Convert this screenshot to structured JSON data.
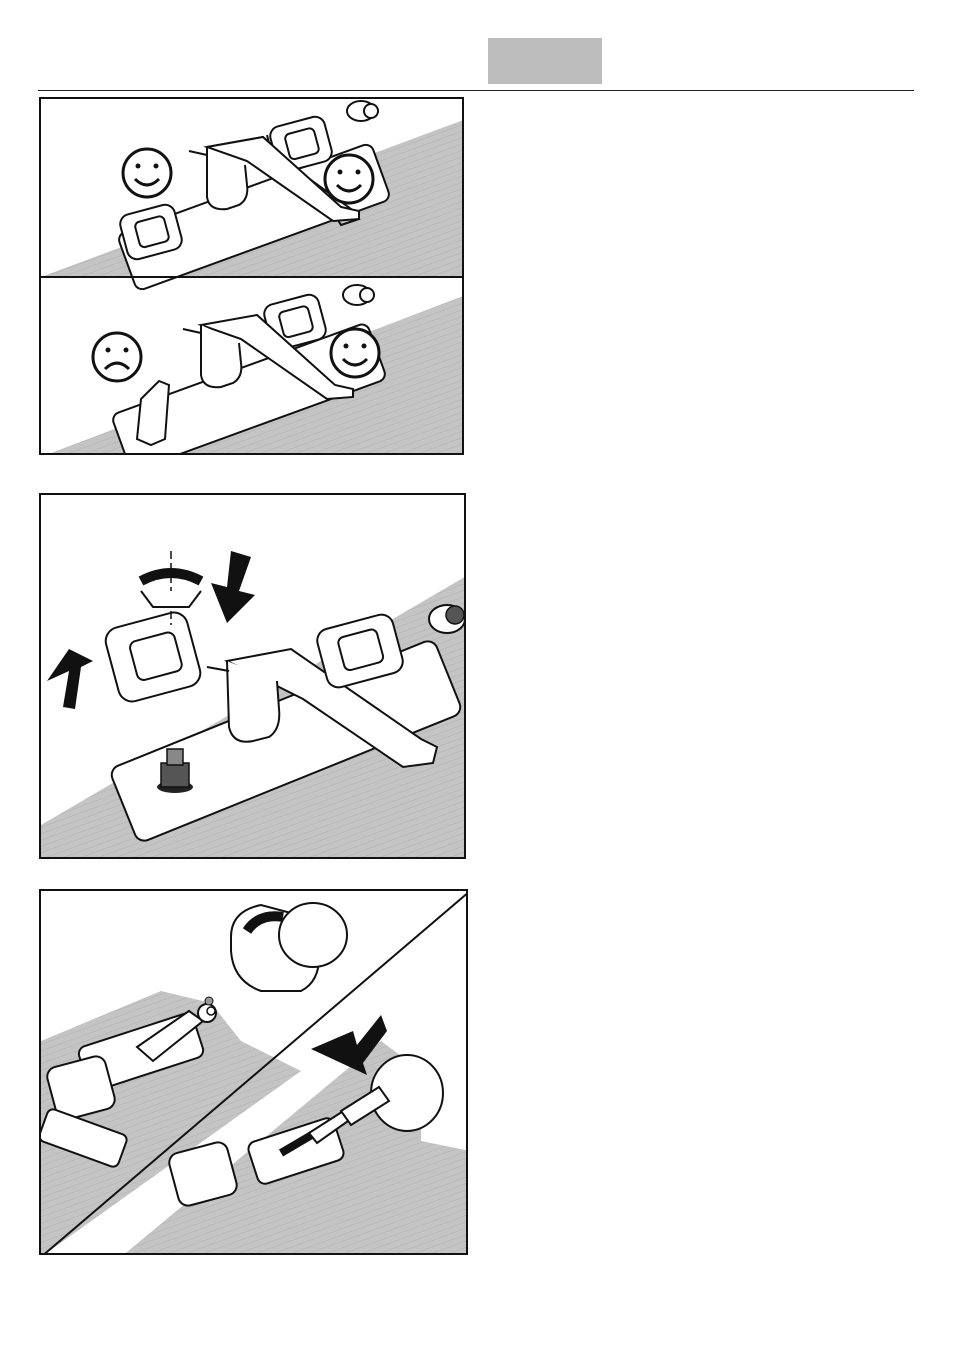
{
  "header": {
    "tab_label": ""
  },
  "figures": [
    {
      "id": "fig1",
      "subject": "handle-orientation",
      "upper_icon": "smiley-icon",
      "lower_icon": "frowny-icon"
    },
    {
      "id": "fig2",
      "subject": "handle-removal",
      "icons": [
        "rotate-arrow-icon",
        "arrow-down-icon",
        "arrow-up-icon"
      ]
    },
    {
      "id": "fig3",
      "subject": "hand-shower-connection",
      "icons": [
        "rotate-arrow-icon",
        "arrow-left-icon"
      ]
    }
  ],
  "colors": {
    "counter": "#bdbdbd",
    "line": "#111111",
    "header_tab": "#bdbdbd"
  }
}
